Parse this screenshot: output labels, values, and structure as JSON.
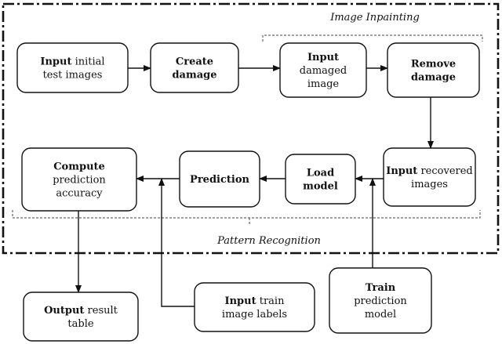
{
  "groups": {
    "inpainting_label": "Image Inpainting",
    "recognition_label": "Pattern Recognition"
  },
  "nodes": [
    {
      "id": "input-initial",
      "lines": [
        [
          {
            "t": "Input",
            "b": true
          },
          {
            "t": " initial"
          }
        ],
        [
          {
            "t": "test images"
          }
        ]
      ]
    },
    {
      "id": "create-damage",
      "lines": [
        [
          {
            "t": "Create",
            "b": true
          }
        ],
        [
          {
            "t": "damage",
            "b": true
          }
        ]
      ]
    },
    {
      "id": "input-damaged",
      "lines": [
        [
          {
            "t": "Input",
            "b": true
          }
        ],
        [
          {
            "t": "damaged"
          }
        ],
        [
          {
            "t": "image"
          }
        ]
      ]
    },
    {
      "id": "remove-damage",
      "lines": [
        [
          {
            "t": "Remove",
            "b": true
          }
        ],
        [
          {
            "t": "damage",
            "b": true
          }
        ]
      ]
    },
    {
      "id": "input-recovered",
      "lines": [
        [
          {
            "t": "Input",
            "b": true
          },
          {
            "t": " recovered"
          }
        ],
        [
          {
            "t": "images"
          }
        ]
      ]
    },
    {
      "id": "load-model",
      "lines": [
        [
          {
            "t": "Load",
            "b": true
          }
        ],
        [
          {
            "t": "model",
            "b": true
          }
        ]
      ]
    },
    {
      "id": "prediction",
      "lines": [
        [
          {
            "t": "Prediction",
            "b": true
          }
        ]
      ]
    },
    {
      "id": "compute-accuracy",
      "lines": [
        [
          {
            "t": "Compute",
            "b": true
          }
        ],
        [
          {
            "t": "prediction"
          }
        ],
        [
          {
            "t": "accuracy"
          }
        ]
      ]
    },
    {
      "id": "output-result",
      "lines": [
        [
          {
            "t": "Output",
            "b": true
          },
          {
            "t": " result"
          }
        ],
        [
          {
            "t": "table"
          }
        ]
      ]
    },
    {
      "id": "input-train-labels",
      "lines": [
        [
          {
            "t": "Input",
            "b": true
          },
          {
            "t": " train"
          }
        ],
        [
          {
            "t": "image labels"
          }
        ]
      ]
    },
    {
      "id": "train-model",
      "lines": [
        [
          {
            "t": "Train",
            "b": true
          }
        ],
        [
          {
            "t": "prediction"
          }
        ],
        [
          {
            "t": "model"
          }
        ]
      ]
    }
  ]
}
